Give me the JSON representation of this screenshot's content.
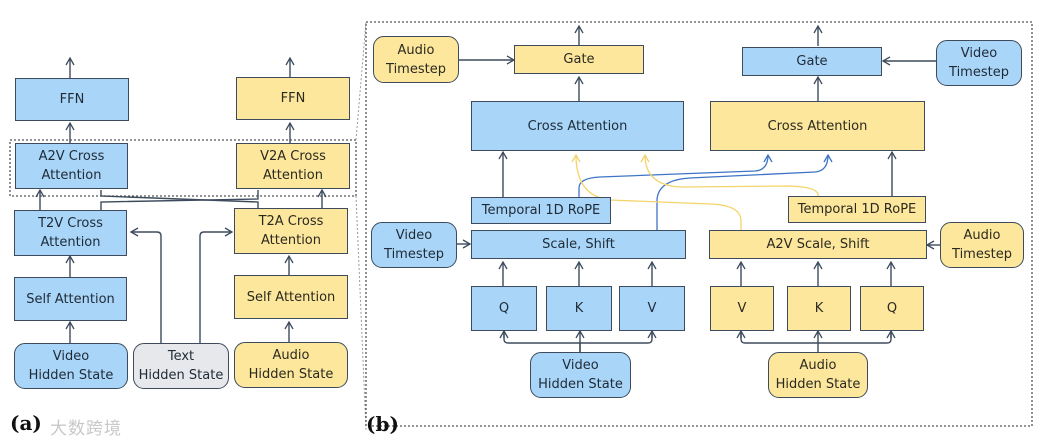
{
  "colors": {
    "video": "#a9d6f8",
    "audio": "#fce79c",
    "text": "#e6e8ec",
    "border": "#3d4b5c",
    "video_wire": "#3e74c5",
    "audio_wire": "#f3d46a"
  },
  "panel_a": {
    "label": "(a)",
    "watermark": "大数跨境",
    "video_column": {
      "ffn": "FFN",
      "a2v_cross": "A2V Cross\nAttention",
      "t2v_cross": "T2V Cross\nAttention",
      "self_attention": "Self Attention",
      "hidden_state": "Video\nHidden State"
    },
    "text_input": "Text\nHidden State",
    "audio_column": {
      "ffn": "FFN",
      "v2a_cross": "V2A Cross\nAttention",
      "t2a_cross": "T2A Cross\nAttention",
      "self_attention": "Self Attention",
      "hidden_state": "Audio\nHidden State"
    }
  },
  "panel_b": {
    "label": "(b)",
    "video_branch": {
      "timestep_gate": "Audio\nTimestep",
      "gate": "Gate",
      "cross_attention": "Cross Attention",
      "rope": "Temporal 1D RoPE",
      "timestep_scale": "Video\nTimestep",
      "scale_shift": "Scale, Shift",
      "q": "Q",
      "k": "K",
      "v": "V",
      "hidden_state": "Video\nHidden State"
    },
    "audio_branch": {
      "timestep_gate": "Video\nTimestep",
      "gate": "Gate",
      "cross_attention": "Cross Attention",
      "rope": "Temporal 1D RoPE",
      "timestep_scale": "Audio\nTimestep",
      "scale_shift": "A2V Scale, Shift",
      "v": "V",
      "k": "K",
      "q": "Q",
      "hidden_state": "Audio\nHidden State"
    }
  }
}
